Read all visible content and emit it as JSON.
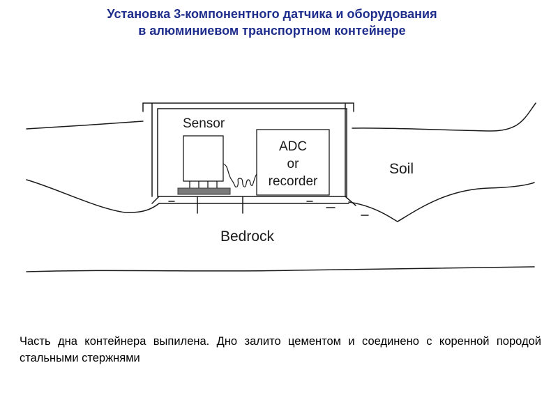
{
  "title": {
    "line1": "Установка 3-компонентного датчика и оборудования",
    "line2": "в алюминиевом транспортном контейнере"
  },
  "diagram": {
    "sensor_label": "Sensor",
    "recorder_label": [
      "ADC",
      "or",
      "recorder"
    ],
    "soil_label": "Soil",
    "bedrock_label": "Bedrock"
  },
  "caption": "Часть дна контейнера выпилена. Дно залито цементом и соединено с коренной породой стальными стержнями"
}
